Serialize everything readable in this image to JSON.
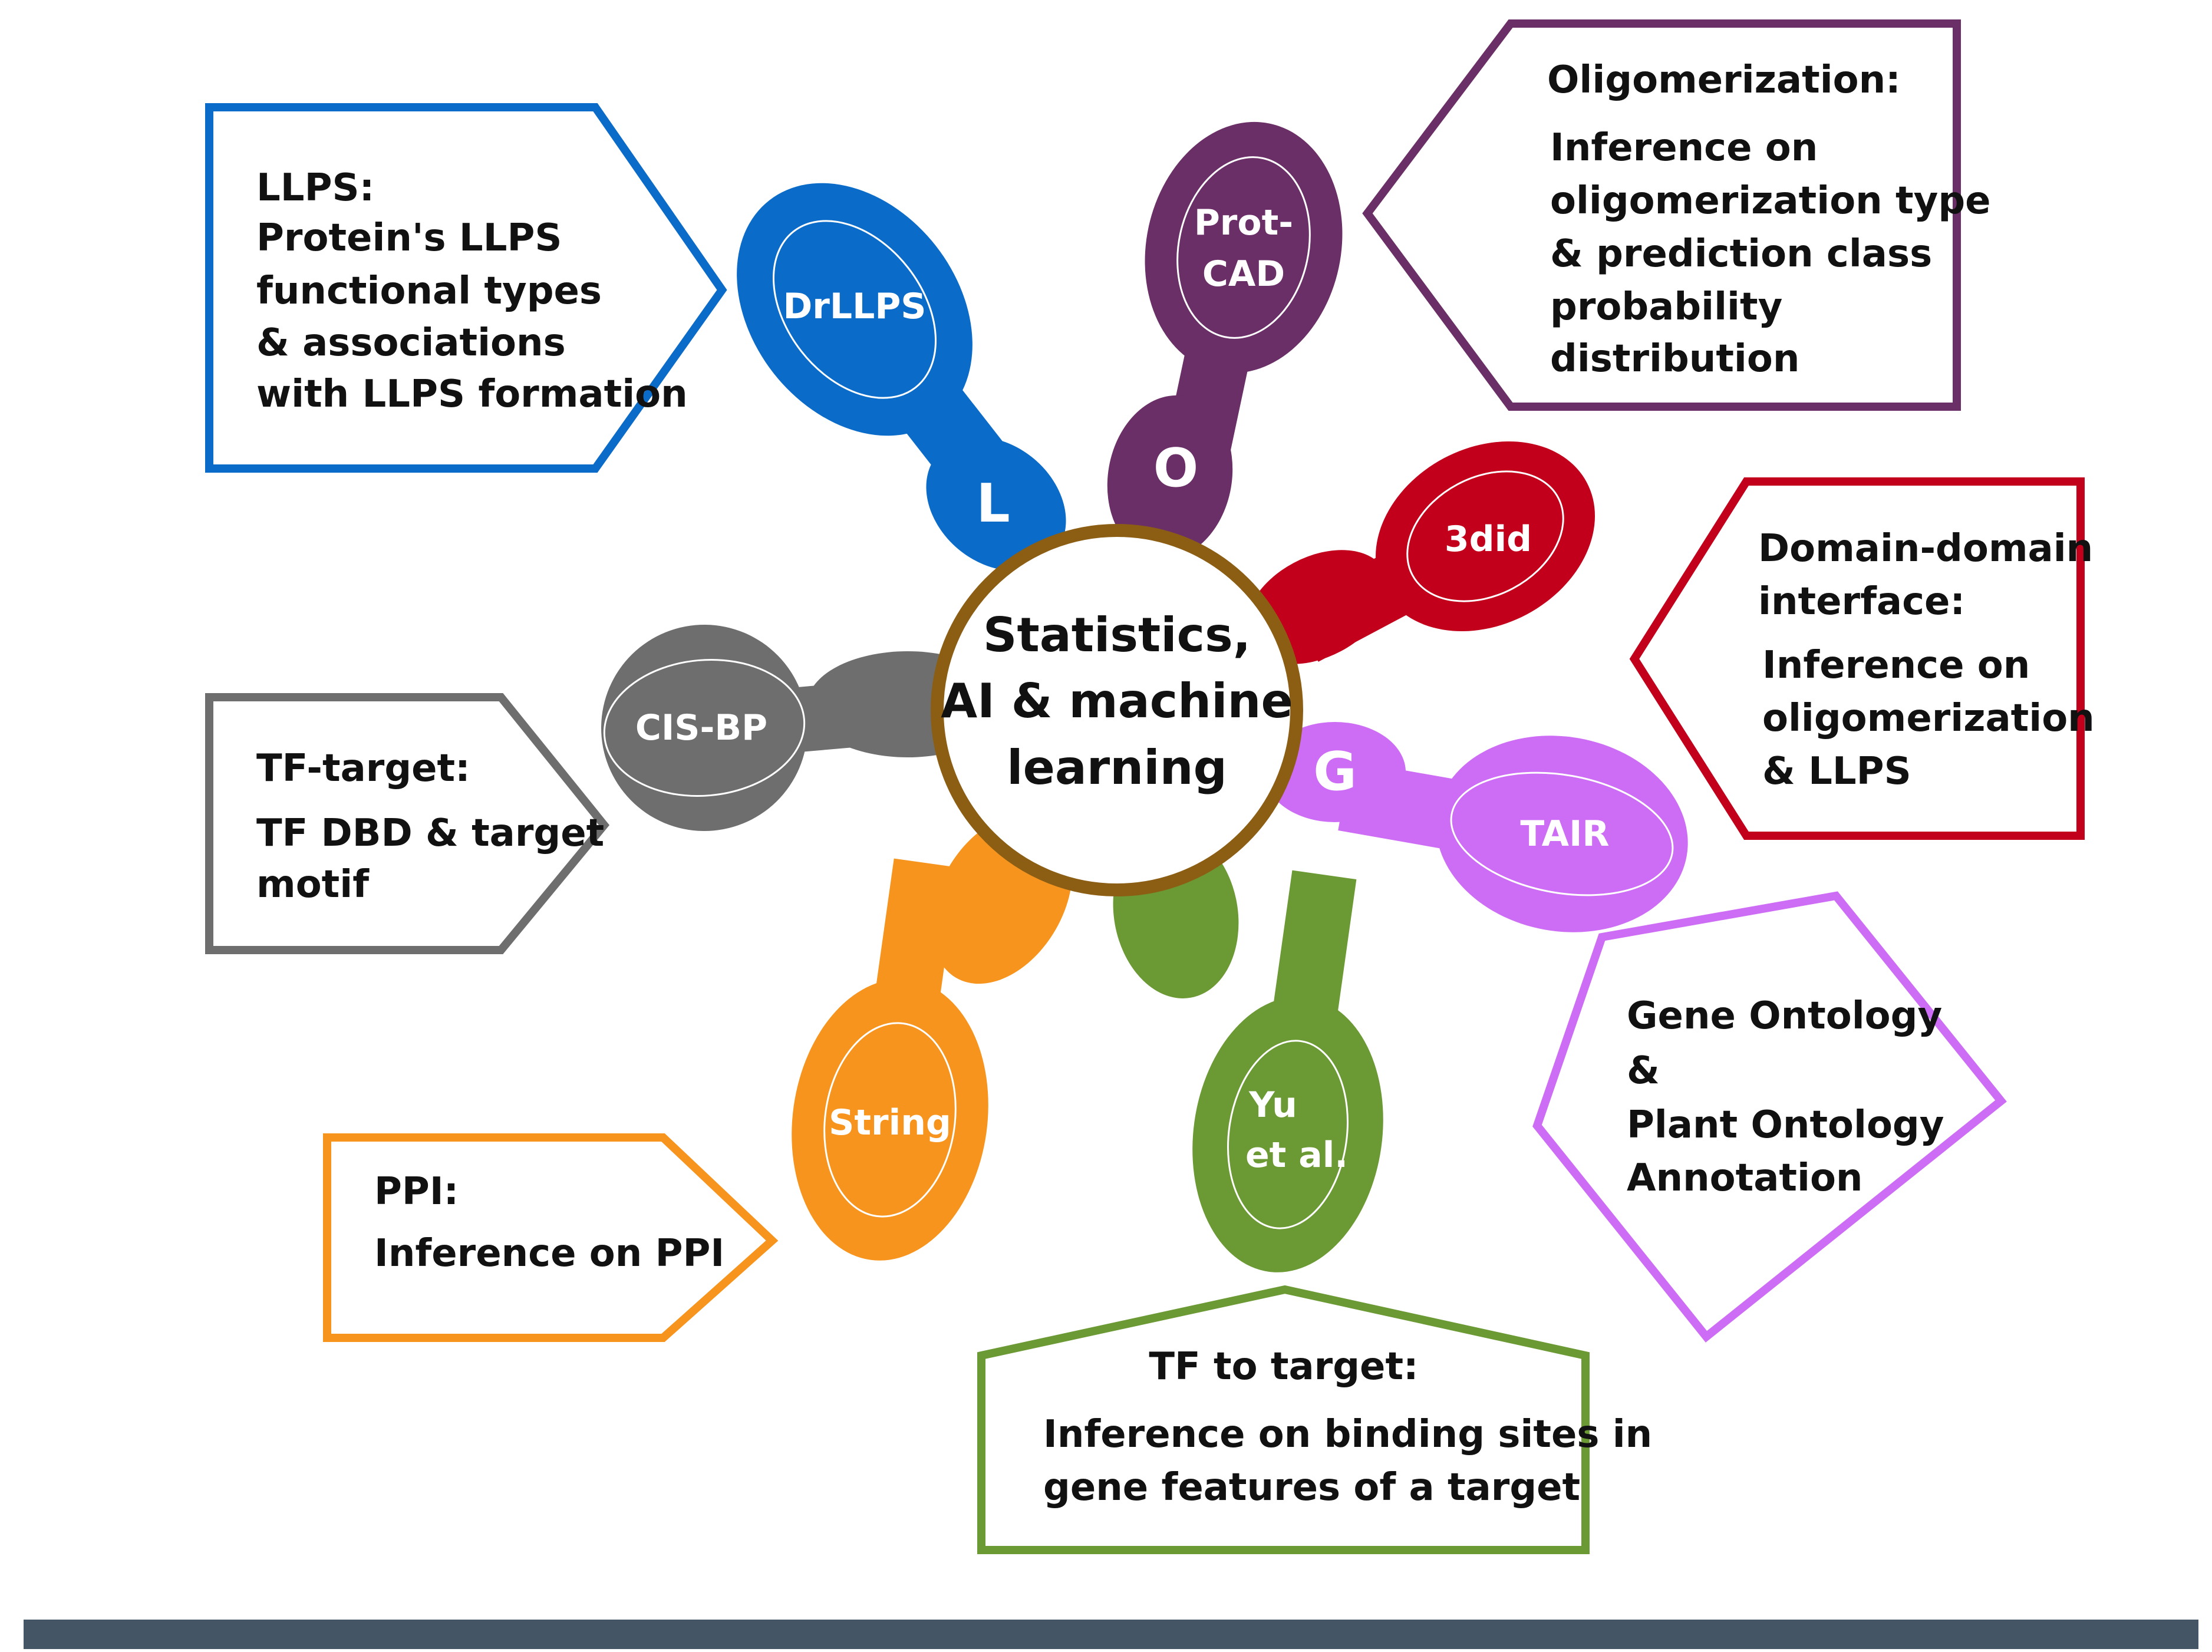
{
  "center": {
    "lines": [
      "Statistics,",
      "AI & machine",
      "learning"
    ],
    "border_color": "#8B5E14"
  },
  "petals": [
    {
      "letter": "L",
      "db_lines": [
        "DrLLPS"
      ],
      "color": "#0A6BC9"
    },
    {
      "letter": "O",
      "db_lines": [
        "Prot-",
        "CAD"
      ],
      "color": "#6A2F66"
    },
    {
      "letter": "",
      "db_lines": [
        "3did"
      ],
      "color": "#C3001C"
    },
    {
      "letter": "G",
      "db_lines": [
        "TAIR"
      ],
      "color": "#CD6CF5"
    },
    {
      "letter": "",
      "db_lines": [
        "Yu",
        "et al."
      ],
      "color": "#6B9934"
    },
    {
      "letter": "",
      "db_lines": [
        "String"
      ],
      "color": "#F7941D"
    },
    {
      "letter": "",
      "db_lines": [
        "CIS-BP"
      ],
      "color": "#6E6E6E"
    }
  ],
  "boxes": {
    "llps": {
      "title": "LLPS:",
      "lines": [
        "Protein's LLPS",
        "functional types",
        "& associations",
        "with LLPS formation"
      ],
      "color": "#0A6BC9"
    },
    "oligo": {
      "title": "Oligomerization:",
      "lines": [
        "Inference on",
        "oligomerization type",
        "& prediction class",
        "probability",
        "distribution"
      ],
      "color": "#6A2F66"
    },
    "domain": {
      "title_lines": [
        "Domain-domain",
        "interface:"
      ],
      "lines": [
        "Inference on",
        "oligomerization",
        "& LLPS"
      ],
      "color": "#C3001C"
    },
    "go": {
      "lines": [
        "Gene Ontology",
        "&",
        "Plant Ontology",
        "Annotation"
      ],
      "color": "#CD6CF5"
    },
    "tf_target": {
      "title": "TF to target:",
      "lines": [
        "Inference on binding sites in",
        "gene features of a target"
      ],
      "color": "#6B9934"
    },
    "ppi": {
      "title": "PPI:",
      "lines": [
        "Inference on PPI"
      ],
      "color": "#F7941D"
    },
    "tf": {
      "title": "TF-target:",
      "lines": [
        "TF DBD & target",
        "motif"
      ],
      "color": "#6E6E6E"
    }
  },
  "footer_bar_color": "#445566"
}
